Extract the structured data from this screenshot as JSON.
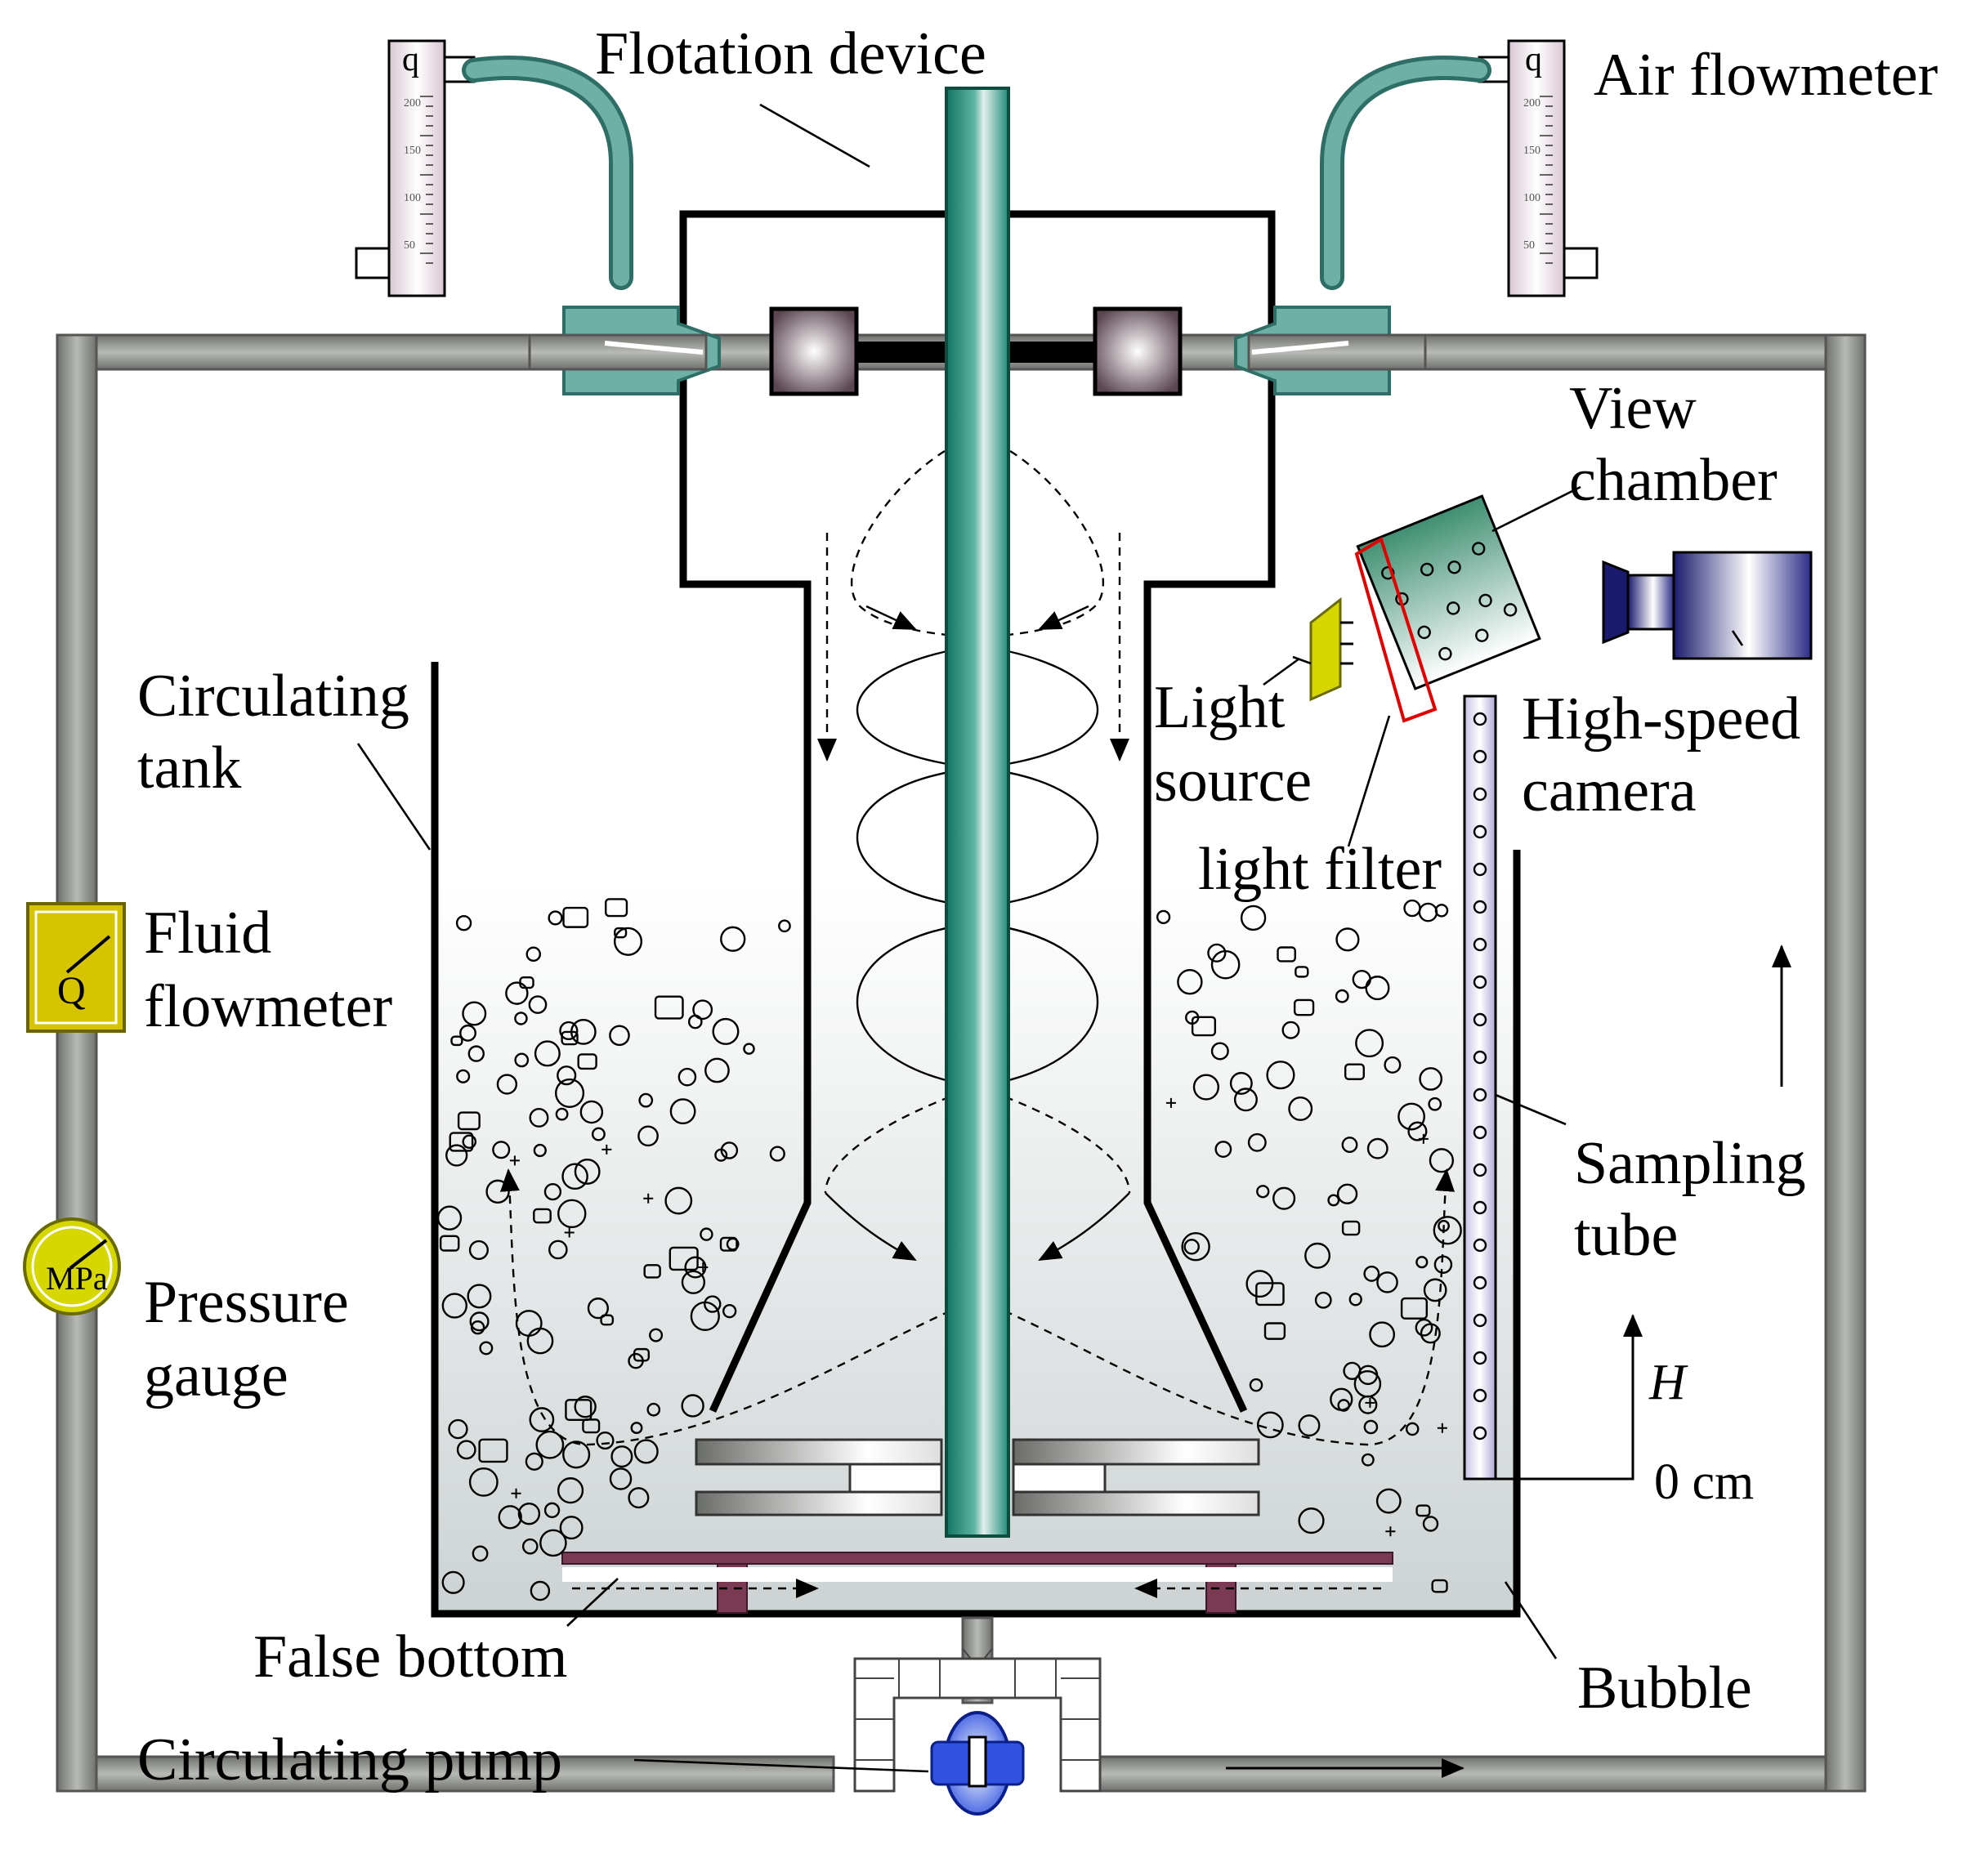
{
  "labels": {
    "flotation_device": "Flotation device",
    "air_flowmeter": "Air flowmeter",
    "view_chamber_line1": "View",
    "view_chamber_line2": "chamber",
    "circulating_tank_line1": "Circulating",
    "circulating_tank_line2": "tank",
    "light_source_line1": "Light",
    "light_source_line2": "source",
    "high_speed_camera_line1": "High-speed",
    "high_speed_camera_line2": "camera",
    "light_filter": "light filter",
    "fluid_flowmeter_line1": "Fluid",
    "fluid_flowmeter_line2": "flowmeter",
    "sampling_tube_line1": "Sampling",
    "sampling_tube_line2": "tube",
    "pressure_gauge_line1": "Pressure",
    "pressure_gauge_line2": "gauge",
    "height_symbol": "H",
    "height_zero": "0 cm",
    "false_bottom": "False bottom",
    "bubble": "Bubble",
    "circulating_pump": "Circulating pump"
  },
  "instruments": {
    "fluid_flowmeter_symbol": "Q",
    "pressure_gauge_unit": "MPa",
    "air_flowmeter_symbol": "q",
    "air_flowmeter_left_scale": [
      "200",
      "150",
      "100",
      "50"
    ],
    "air_flowmeter_right_scale": [
      "200",
      "150",
      "100",
      "50"
    ]
  },
  "colors": {
    "pipe_gray": "#8a8c87",
    "shaft_teal": "#1f8b78",
    "hose_teal": "#6fb0a6",
    "camera_navy": "#1a1a6e",
    "light_yellow": "#d6d600",
    "pump_blue": "#2f52e0",
    "support_maroon": "#7a3a52",
    "filter_red": "#e00000"
  }
}
